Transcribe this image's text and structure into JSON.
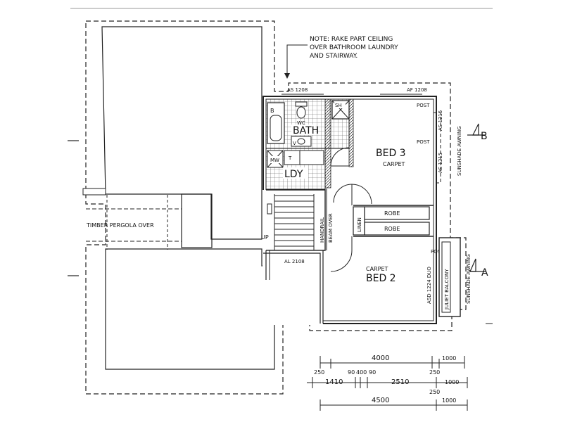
{
  "note": {
    "line1": "NOTE: RAKE PART CEILING",
    "line2": "OVER BATHROOM LAUNDRY",
    "line3": "AND STAIRWAY."
  },
  "windows": {
    "as1208": "AS 1208",
    "af1208": "AF 1208",
    "as1215a": "AS 1215",
    "as1215b": "AS 1215",
    "al2108": "AL 2108",
    "asd1224": "ASD 1224 DUO"
  },
  "rooms": {
    "bath": "BATH",
    "ldy": "LDY",
    "bed3": "BED 3",
    "bed3_floor": "CARPET",
    "bed2": "BED 2",
    "bed2_floor": "CARPET"
  },
  "fixtures": {
    "b": "B",
    "wc": "WC",
    "v": "V",
    "sh": "SH",
    "mw": "MW",
    "t": "T",
    "post1": "POST",
    "post2": "POST",
    "post3": "POST",
    "robe1": "ROBE",
    "robe2": "ROBE",
    "linen": "LINEN",
    "handrail": "HANDRAIL",
    "beam_over": "BEAM OVER",
    "up": "UP"
  },
  "annotations": {
    "pergola": "TIMBER PERGOLA OVER",
    "sunshade1": "SUNSHADE AWNING",
    "sunshade2": "SUNSHADE AWNING",
    "juliet": "JULIET BALCONY",
    "section_b": "B",
    "section_a": "A"
  },
  "dimensions": {
    "row1": {
      "a": "4000",
      "b": "1000"
    },
    "row2": {
      "a": "250",
      "b": "90",
      "c": "400",
      "d": "90",
      "e": "250"
    },
    "row3": {
      "a": "1410",
      "b": "2510",
      "c": "1000"
    },
    "row3b": {
      "a": "250"
    },
    "row4": {
      "a": "4500",
      "b": "1000"
    }
  }
}
